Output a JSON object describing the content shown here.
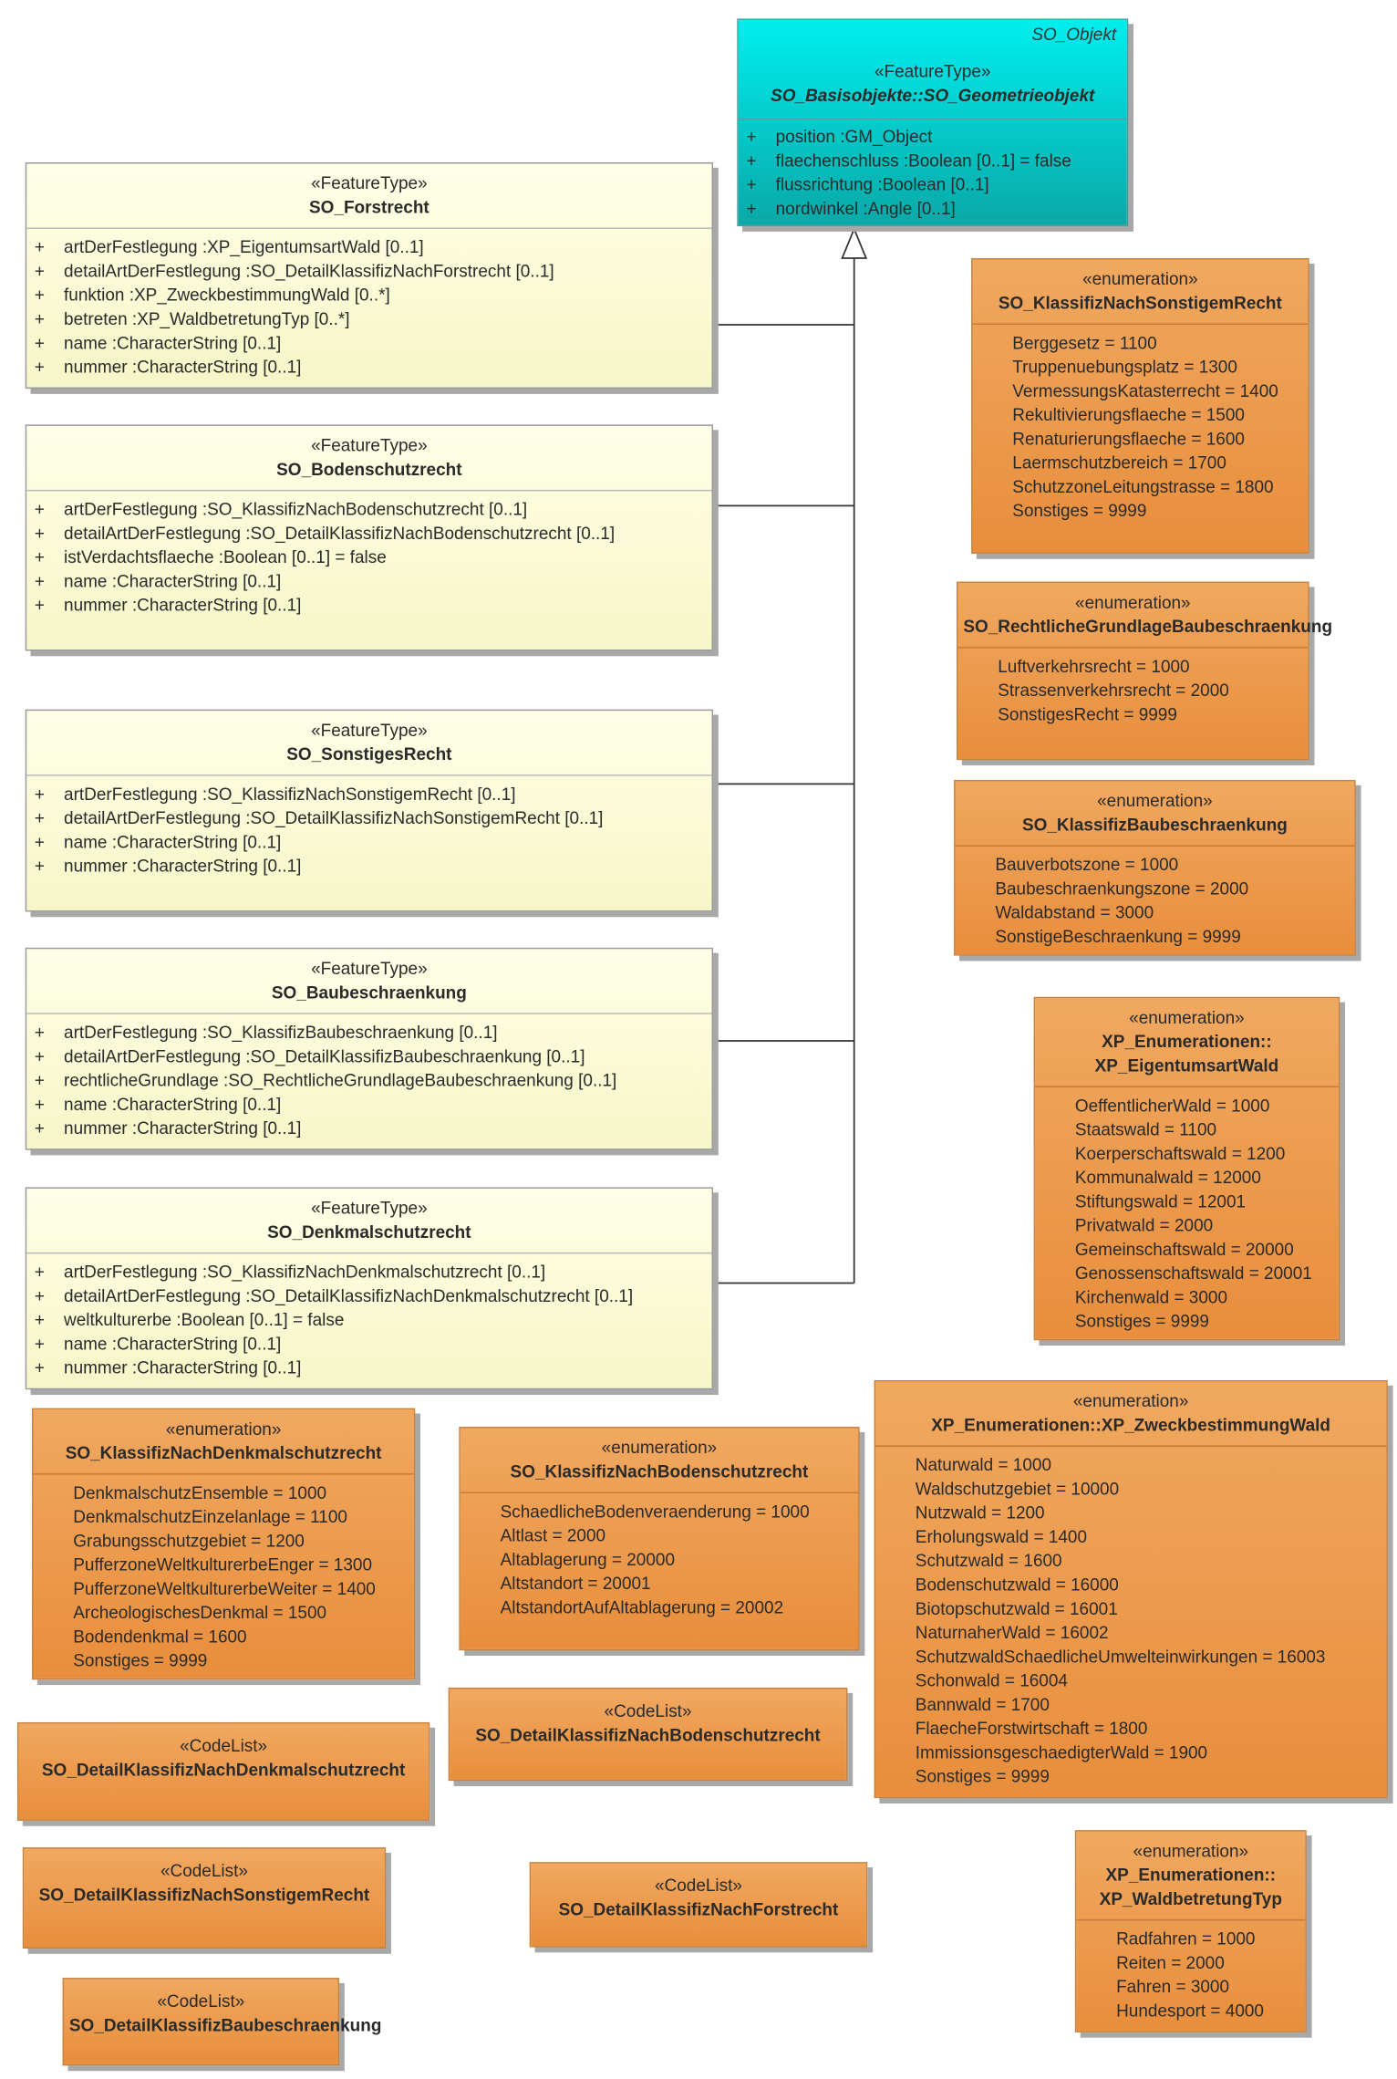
{
  "geometry_class": {
    "tag": "SO_Objekt",
    "stereotype": "«FeatureType»",
    "name": "SO_Basisobjekte::SO_Geometrieobjekt",
    "attributes": [
      {
        "vis": "+",
        "text": "position  :GM_Object"
      },
      {
        "vis": "+",
        "text": "flaechenschluss  :Boolean [0..1] = false"
      },
      {
        "vis": "+",
        "text": "flussrichtung  :Boolean [0..1]"
      },
      {
        "vis": "+",
        "text": "nordwinkel  :Angle [0..1]"
      }
    ]
  },
  "feature_types": [
    {
      "stereotype": "«FeatureType»",
      "name": "SO_Forstrecht",
      "attributes": [
        {
          "vis": "+",
          "text": "artDerFestlegung  :XP_EigentumsartWald [0..1]"
        },
        {
          "vis": "+",
          "text": "detailArtDerFestlegung  :SO_DetailKlassifizNachForstrecht [0..1]"
        },
        {
          "vis": "+",
          "text": "funktion  :XP_ZweckbestimmungWald [0..*]"
        },
        {
          "vis": "+",
          "text": "betreten  :XP_WaldbetretungTyp [0..*]"
        },
        {
          "vis": "+",
          "text": "name  :CharacterString [0..1]"
        },
        {
          "vis": "+",
          "text": "nummer  :CharacterString [0..1]"
        }
      ]
    },
    {
      "stereotype": "«FeatureType»",
      "name": "SO_Bodenschutzrecht",
      "attributes": [
        {
          "vis": "+",
          "text": "artDerFestlegung  :SO_KlassifizNachBodenschutzrecht [0..1]"
        },
        {
          "vis": "+",
          "text": "detailArtDerFestlegung  :SO_DetailKlassifizNachBodenschutzrecht [0..1]"
        },
        {
          "vis": "+",
          "text": "istVerdachtsflaeche  :Boolean [0..1] = false"
        },
        {
          "vis": "+",
          "text": "name  :CharacterString [0..1]"
        },
        {
          "vis": "+",
          "text": "nummer  :CharacterString [0..1]"
        }
      ]
    },
    {
      "stereotype": "«FeatureType»",
      "name": "SO_SonstigesRecht",
      "attributes": [
        {
          "vis": "+",
          "text": "artDerFestlegung  :SO_KlassifizNachSonstigemRecht [0..1]"
        },
        {
          "vis": "+",
          "text": "detailArtDerFestlegung  :SO_DetailKlassifizNachSonstigemRecht [0..1]"
        },
        {
          "vis": "+",
          "text": "name  :CharacterString [0..1]"
        },
        {
          "vis": "+",
          "text": "nummer  :CharacterString [0..1]"
        }
      ]
    },
    {
      "stereotype": "«FeatureType»",
      "name": "SO_Baubeschraenkung",
      "attributes": [
        {
          "vis": "+",
          "text": "artDerFestlegung  :SO_KlassifizBaubeschraenkung [0..1]"
        },
        {
          "vis": "+",
          "text": "detailArtDerFestlegung  :SO_DetailKlassifizBaubeschraenkung [0..1]"
        },
        {
          "vis": "+",
          "text": "rechtlicheGrundlage  :SO_RechtlicheGrundlageBaubeschraenkung [0..1]"
        },
        {
          "vis": "+",
          "text": "name  :CharacterString [0..1]"
        },
        {
          "vis": "+",
          "text": "nummer  :CharacterString [0..1]"
        }
      ]
    },
    {
      "stereotype": "«FeatureType»",
      "name": "SO_Denkmalschutzrecht",
      "attributes": [
        {
          "vis": "+",
          "text": "artDerFestlegung  :SO_KlassifizNachDenkmalschutzrecht [0..1]"
        },
        {
          "vis": "+",
          "text": "detailArtDerFestlegung  :SO_DetailKlassifizNachDenkmalschutzrecht [0..1]"
        },
        {
          "vis": "+",
          "text": "weltkulturerbe  :Boolean [0..1] = false"
        },
        {
          "vis": "+",
          "text": "name  :CharacterString [0..1]"
        },
        {
          "vis": "+",
          "text": "nummer  :CharacterString [0..1]"
        }
      ]
    }
  ],
  "enumerations": [
    {
      "stereotype": "«enumeration»",
      "name": "SO_KlassifizNachSonstigemRecht",
      "literals": [
        "Berggesetz = 1100",
        "Truppenuebungsplatz = 1300",
        "VermessungsKatasterrecht = 1400",
        "Rekultivierungsflaeche = 1500",
        "Renaturierungsflaeche = 1600",
        "Laermschutzbereich = 1700",
        "SchutzzoneLeitungstrasse = 1800",
        "Sonstiges = 9999"
      ]
    },
    {
      "stereotype": "«enumeration»",
      "name": "SO_RechtlicheGrundlageBaubeschraenkung",
      "literals": [
        "Luftverkehrsrecht = 1000",
        "Strassenverkehrsrecht = 2000",
        "SonstigesRecht = 9999"
      ]
    },
    {
      "stereotype": "«enumeration»",
      "name": "SO_KlassifizBaubeschraenkung",
      "literals": [
        "Bauverbotszone = 1000",
        "Baubeschraenkungszone = 2000",
        "Waldabstand = 3000",
        "SonstigeBeschraenkung = 9999"
      ]
    },
    {
      "stereotype": "«enumeration»",
      "name": "XP_Enumerationen::\nXP_EigentumsartWald",
      "literals": [
        "OeffentlicherWald = 1000",
        "Staatswald = 1100",
        "Koerperschaftswald = 1200",
        "Kommunalwald = 12000",
        "Stiftungswald = 12001",
        "Privatwald = 2000",
        "Gemeinschaftswald = 20000",
        "Genossenschaftswald = 20001",
        "Kirchenwald = 3000",
        "Sonstiges = 9999"
      ]
    },
    {
      "stereotype": "«enumeration»",
      "name": "SO_KlassifizNachDenkmalschutzrecht",
      "literals": [
        "DenkmalschutzEnsemble = 1000",
        "DenkmalschutzEinzelanlage = 1100",
        "Grabungsschutzgebiet = 1200",
        "PufferzoneWeltkulturerbeEnger = 1300",
        "PufferzoneWeltkulturerbeWeiter = 1400",
        "ArcheologischesDenkmal = 1500",
        "Bodendenkmal = 1600",
        "Sonstiges = 9999"
      ]
    },
    {
      "stereotype": "«enumeration»",
      "name": "SO_KlassifizNachBodenschutzrecht",
      "literals": [
        "SchaedlicheBodenveraenderung = 1000",
        "Altlast = 2000",
        "Altablagerung = 20000",
        "Altstandort = 20001",
        "AltstandortAufAltablagerung = 20002"
      ]
    },
    {
      "stereotype": "«enumeration»",
      "name": "XP_Enumerationen::XP_ZweckbestimmungWald",
      "literals": [
        "Naturwald = 1000",
        "Waldschutzgebiet = 10000",
        "Nutzwald = 1200",
        "Erholungswald = 1400",
        "Schutzwald = 1600",
        "Bodenschutzwald = 16000",
        "Biotopschutzwald = 16001",
        "NaturnaherWald = 16002",
        "SchutzwaldSchaedlicheUmwelteinwirkungen = 16003",
        "Schonwald = 16004",
        "Bannwald = 1700",
        "FlaecheForstwirtschaft = 1800",
        "ImmissionsgeschaedigterWald = 1900",
        "Sonstiges = 9999"
      ]
    },
    {
      "stereotype": "«enumeration»",
      "name": "XP_Enumerationen::\nXP_WaldbetretungTyp",
      "literals": [
        "Radfahren = 1000",
        "Reiten = 2000",
        "Fahren = 3000",
        "Hundesport = 4000"
      ]
    }
  ],
  "codelists": [
    {
      "stereotype": "«CodeList»",
      "name": "SO_DetailKlassifizNachBodenschutzrecht"
    },
    {
      "stereotype": "«CodeList»",
      "name": "SO_DetailKlassifizNachDenkmalschutzrecht"
    },
    {
      "stereotype": "«CodeList»",
      "name": "SO_DetailKlassifizNachSonstigemRecht"
    },
    {
      "stereotype": "«CodeList»",
      "name": "SO_DetailKlassifizNachForstrecht"
    },
    {
      "stereotype": "«CodeList»",
      "name": "SO_DetailKlassifizBaubeschraenkung"
    }
  ]
}
